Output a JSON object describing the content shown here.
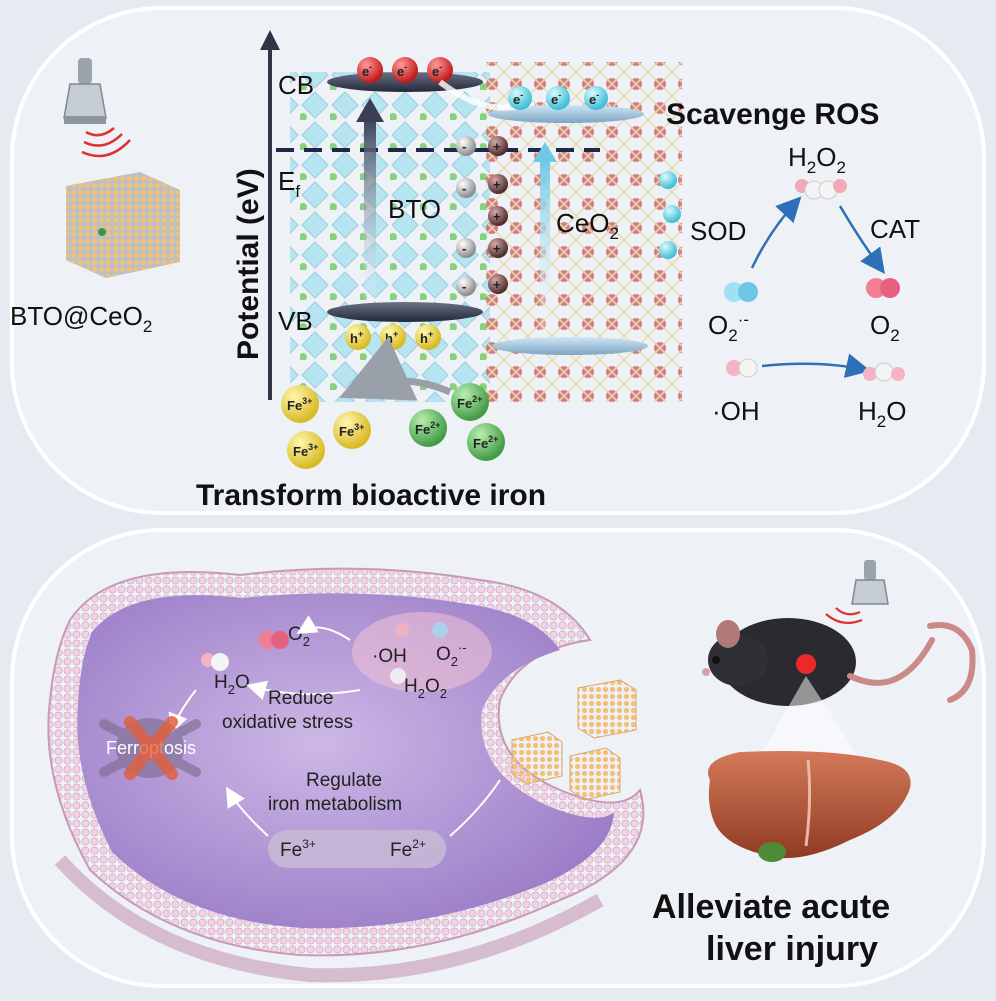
{
  "top_panel": {
    "material_label": "BTO@CeO",
    "material_sub": "2",
    "axis_label": "Potential (eV)",
    "cb": "CB",
    "vb": "VB",
    "ef": "E",
    "ef_sub": "f",
    "bto": "BTO",
    "ceo2": "CeO",
    "ceo2_sub": "2",
    "electron": "e",
    "electron_sup": "-",
    "hole": "h",
    "hole_sup": "+",
    "fe3": "Fe",
    "fe3_sup": "3+",
    "fe2": "Fe",
    "fe2_sup": "2+",
    "minus": "-",
    "plus": "+",
    "transform_title": "Transform bioactive iron",
    "scavenge_title": "Scavenge ROS",
    "h2o2_top": "H",
    "sod": "SOD",
    "cat": "CAT",
    "o2_radical": "O",
    "radical_sup": "·-",
    "o2": "O",
    "oh": "·OH",
    "h2o": "H",
    "sub2": "2",
    "o_char": "O"
  },
  "bottom_panel": {
    "o2": "O",
    "sub2": "2",
    "h2o": "H",
    "o_char": "O",
    "oh": "·OH",
    "radical_sup": "·-",
    "reduce_line1": "Reduce",
    "reduce_line2": "oxidative stress",
    "ferroptosis_a": "Ferr",
    "ferroptosis_b": "opt",
    "ferroptosis_c": "osis",
    "regulate_line1": "Regulate",
    "regulate_line2": "iron metabolism",
    "fe": "Fe",
    "fe3_sup": "3+",
    "fe2_sup": "2+",
    "alleviate_line1": "Alleviate acute",
    "alleviate_line2": "liver injury"
  },
  "colors": {
    "fe3": "#ecd33a",
    "fe2": "#5aae5a",
    "electron": "#d83030",
    "electron_cyan": "#5fd2e6",
    "hole": "#f0e050",
    "ferroptosis_x": "#e06040",
    "membrane": "#e6c4d8",
    "liver": "#b5573a"
  }
}
